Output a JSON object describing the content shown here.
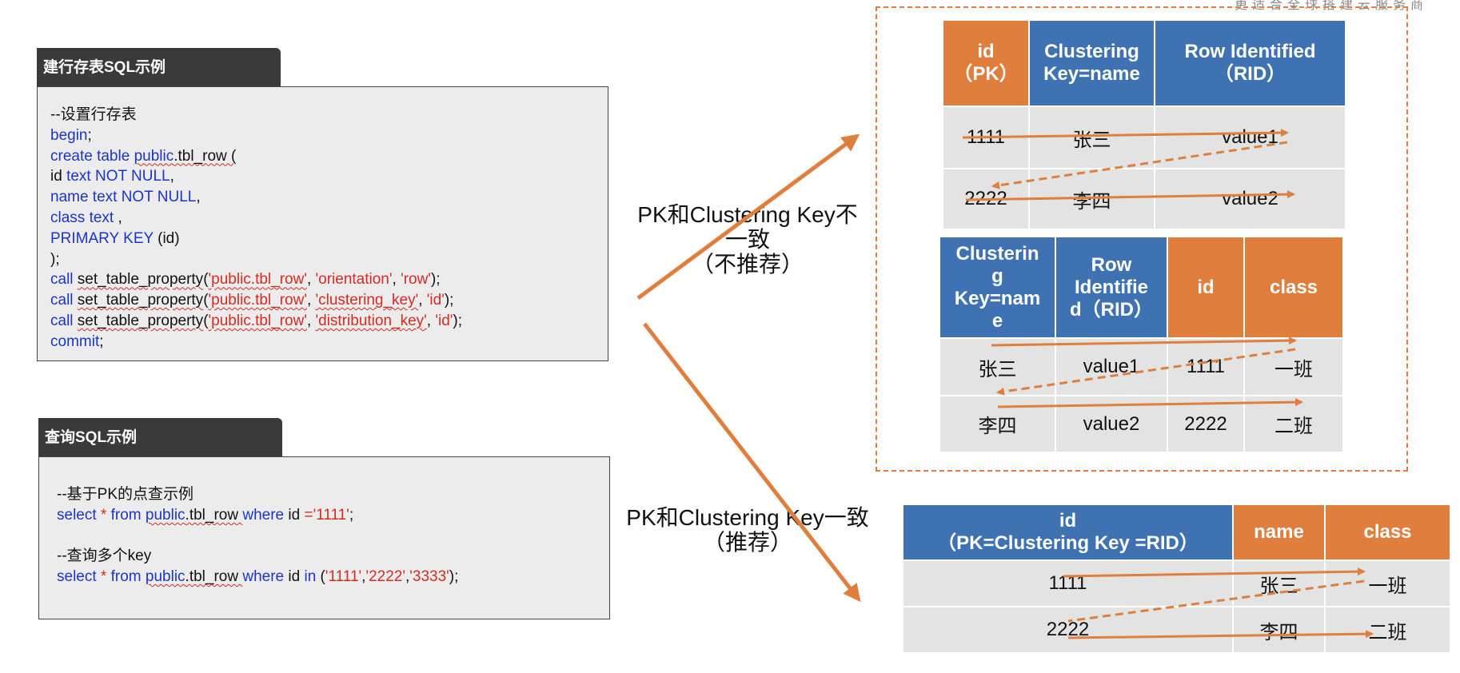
{
  "top_caption": "更适合全球搭建云服务商",
  "create_panel": {
    "title": "建行存表SQL示例",
    "lines": [
      [
        {
          "t": "--设置行存表",
          "c": "blk"
        }
      ],
      [
        {
          "t": "begin",
          "c": "kw"
        },
        {
          "t": ";",
          "c": "blk"
        }
      ],
      [
        {
          "t": "create table ",
          "c": "kw"
        },
        {
          "t": "public",
          "c": "kw sq"
        },
        {
          "t": ".tbl_row (",
          "c": "blk sq"
        }
      ],
      [
        {
          "t": "id ",
          "c": "blk"
        },
        {
          "t": "text NOT NULL",
          "c": "kw"
        },
        {
          "t": ",",
          "c": "blk"
        }
      ],
      [
        {
          "t": "name text NOT NULL",
          "c": "kw"
        },
        {
          "t": ",",
          "c": "blk"
        }
      ],
      [
        {
          "t": "class text",
          "c": "kw"
        },
        {
          "t": " ,",
          "c": "blk"
        }
      ],
      [
        {
          "t": "PRIMARY KEY",
          "c": "kw"
        },
        {
          "t": " (id)",
          "c": "blk"
        }
      ],
      [
        {
          "t": ");",
          "c": "blk"
        }
      ],
      [
        {
          "t": "call ",
          "c": "kw"
        },
        {
          "t": "set_table_property",
          "c": "blk sq"
        },
        {
          "t": "(",
          "c": "blk"
        },
        {
          "t": "'public.tbl_row'",
          "c": "str sq"
        },
        {
          "t": ", ",
          "c": "blk"
        },
        {
          "t": "'orientation'",
          "c": "str"
        },
        {
          "t": ", ",
          "c": "blk"
        },
        {
          "t": "'row'",
          "c": "str"
        },
        {
          "t": ");",
          "c": "blk"
        }
      ],
      [
        {
          "t": "call ",
          "c": "kw"
        },
        {
          "t": "set_table_property",
          "c": "blk sq"
        },
        {
          "t": "(",
          "c": "blk"
        },
        {
          "t": "'public.tbl_row'",
          "c": "str sq"
        },
        {
          "t": ", ",
          "c": "blk"
        },
        {
          "t": "'clustering_key'",
          "c": "str sq"
        },
        {
          "t": ", ",
          "c": "blk"
        },
        {
          "t": "'id'",
          "c": "str"
        },
        {
          "t": ");",
          "c": "blk"
        }
      ],
      [
        {
          "t": "call ",
          "c": "kw"
        },
        {
          "t": "set_table_property",
          "c": "blk sq"
        },
        {
          "t": "(",
          "c": "blk"
        },
        {
          "t": "'public.tbl_row'",
          "c": "str sq"
        },
        {
          "t": ", ",
          "c": "blk"
        },
        {
          "t": "'distribution_key'",
          "c": "str sq"
        },
        {
          "t": ", ",
          "c": "blk"
        },
        {
          "t": "'id'",
          "c": "str"
        },
        {
          "t": ");",
          "c": "blk"
        }
      ],
      [
        {
          "t": "commit",
          "c": "kw"
        },
        {
          "t": ";",
          "c": "blk"
        }
      ]
    ]
  },
  "query_panel": {
    "title": "查询SQL示例",
    "lines": [
      [
        {
          "t": "--基于PK的点查示例",
          "c": "blk"
        }
      ],
      [
        {
          "t": "select ",
          "c": "kw"
        },
        {
          "t": "* ",
          "c": "str"
        },
        {
          "t": "from ",
          "c": "kw"
        },
        {
          "t": "public",
          "c": "kw sq"
        },
        {
          "t": ".tbl_row ",
          "c": "blk sq"
        },
        {
          "t": "where ",
          "c": "kw"
        },
        {
          "t": "id ",
          "c": "blk"
        },
        {
          "t": "=",
          "c": "str"
        },
        {
          "t": "'1111'",
          "c": "str"
        },
        {
          "t": ";",
          "c": "blk"
        }
      ],
      [
        {
          "t": "",
          "c": "blk"
        }
      ],
      [
        {
          "t": "--查询多个key",
          "c": "blk"
        }
      ],
      [
        {
          "t": "select ",
          "c": "kw"
        },
        {
          "t": "* ",
          "c": "str"
        },
        {
          "t": "from ",
          "c": "kw"
        },
        {
          "t": "public",
          "c": "kw sq"
        },
        {
          "t": ".tbl_row ",
          "c": "blk sq"
        },
        {
          "t": "where ",
          "c": "kw"
        },
        {
          "t": "id ",
          "c": "blk"
        },
        {
          "t": "in ",
          "c": "kw"
        },
        {
          "t": "(",
          "c": "blk"
        },
        {
          "t": "'1111'",
          "c": "str"
        },
        {
          "t": ",",
          "c": "blk"
        },
        {
          "t": "'2222'",
          "c": "str"
        },
        {
          "t": ",",
          "c": "blk"
        },
        {
          "t": "'3333'",
          "c": "str"
        },
        {
          "t": ");",
          "c": "blk"
        }
      ]
    ]
  },
  "labels": {
    "not_consistent_line1": "PK和Clustering Key不",
    "not_consistent_line2": "一致",
    "not_recommended": "（不推荐）",
    "consistent_line1": "PK和Clustering Key一致",
    "recommended": "（推荐）"
  },
  "table1": {
    "headers": [
      "id\n（PK）",
      "Clustering\nKey=name",
      "Row Identified\n（RID）"
    ],
    "header_colors": [
      "orange",
      "blue",
      "blue"
    ],
    "rows": [
      [
        "1111",
        "张三",
        "value1"
      ],
      [
        "2222",
        "李四",
        "value2"
      ]
    ]
  },
  "table2": {
    "headers": [
      "Clusterin\ng\nKey=nam\ne",
      "Row\nIdentifie\nd（RID）",
      "id",
      "class"
    ],
    "header_colors": [
      "blue",
      "blue",
      "orange",
      "orange"
    ],
    "rows": [
      [
        "张三",
        "value1",
        "1111",
        "一班"
      ],
      [
        "李四",
        "value2",
        "2222",
        "二班"
      ]
    ]
  },
  "table3": {
    "headers": [
      "id\n（PK=Clustering Key =RID）",
      "name",
      "class"
    ],
    "header_colors": [
      "blue",
      "orange",
      "orange"
    ],
    "rows": [
      [
        "1111",
        "张三",
        "一班"
      ],
      [
        "2222",
        "李四",
        "二班"
      ]
    ]
  },
  "colors": {
    "accent_orange": "#e07e3e",
    "header_blue": "#3f72b3",
    "panel_dark": "#3a3a3a"
  }
}
